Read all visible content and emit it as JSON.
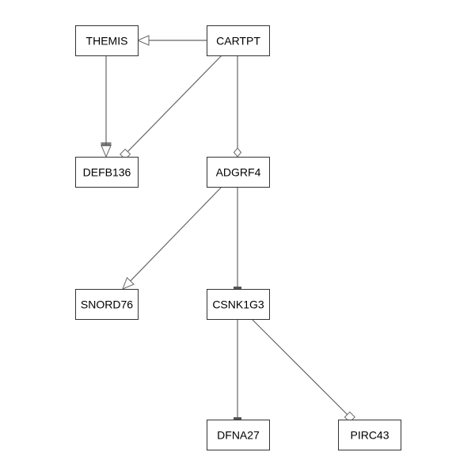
{
  "diagram": {
    "colors": {
      "edge": "#666666",
      "edge_head_fill": "#555555",
      "node_border": "#333333",
      "node_fill": "#ffffff",
      "text": "#000000"
    },
    "nodes": [
      {
        "id": "THEMIS",
        "label": "THEMIS"
      },
      {
        "id": "CARTPT",
        "label": "CARTPT"
      },
      {
        "id": "DEFB136",
        "label": "DEFB136"
      },
      {
        "id": "ADGRF4",
        "label": "ADGRF4"
      },
      {
        "id": "SNORD76",
        "label": "SNORD76"
      },
      {
        "id": "CSNK1G3",
        "label": "CSNK1G3"
      },
      {
        "id": "DFNA27",
        "label": "DFNA27"
      },
      {
        "id": "PIRC43",
        "label": "PIRC43"
      }
    ],
    "edges": [
      {
        "from": "CARTPT",
        "to": "THEMIS",
        "head": "open-triangle"
      },
      {
        "from": "THEMIS",
        "to": "DEFB136",
        "head": "tee-open-triangle"
      },
      {
        "from": "CARTPT",
        "to": "DEFB136",
        "head": "open-square"
      },
      {
        "from": "CARTPT",
        "to": "ADGRF4",
        "head": "open-diamond"
      },
      {
        "from": "ADGRF4",
        "to": "SNORD76",
        "head": "open-triangle"
      },
      {
        "from": "ADGRF4",
        "to": "CSNK1G3",
        "head": "tee"
      },
      {
        "from": "CSNK1G3",
        "to": "DFNA27",
        "head": "tee"
      },
      {
        "from": "CSNK1G3",
        "to": "PIRC43",
        "head": "open-square"
      }
    ]
  }
}
